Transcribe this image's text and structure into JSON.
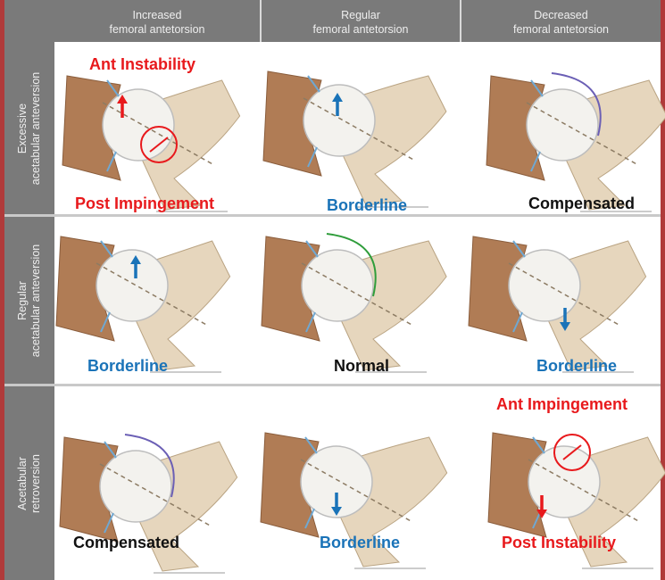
{
  "columns": [
    {
      "label": "Increased\nfemoral antetorsion"
    },
    {
      "label": "Regular\nfemoral antetorsion"
    },
    {
      "label": "Decreased\nfemoral antetorsion"
    }
  ],
  "rows": [
    {
      "label": "Excessive\nacetabular anteversion"
    },
    {
      "label": "Regular\nacetabular anteversion"
    },
    {
      "label": "Acetabular\nretroversion"
    }
  ],
  "cells": [
    {
      "top": "Ant Instability",
      "bottom": "Post Impingement"
    },
    {
      "top": "",
      "bottom": "Borderline"
    },
    {
      "top": "",
      "bottom": "Compensated"
    },
    {
      "top": "",
      "bottom": "Borderline"
    },
    {
      "top": "",
      "bottom": "Normal"
    },
    {
      "top": "",
      "bottom": "Borderline"
    },
    {
      "top": "",
      "bottom": "Compensated"
    },
    {
      "top": "",
      "bottom": "Borderline"
    },
    {
      "top": "Ant Impingement",
      "bottom": "Post Instability"
    }
  ],
  "colors": {
    "header_bg": "#7a7a7a",
    "frame": "#b03a3a",
    "red_label": "#e8191c",
    "blue_label": "#1a73b8",
    "bone": "#e6d6bd",
    "acetabulum": "#b07c55"
  }
}
